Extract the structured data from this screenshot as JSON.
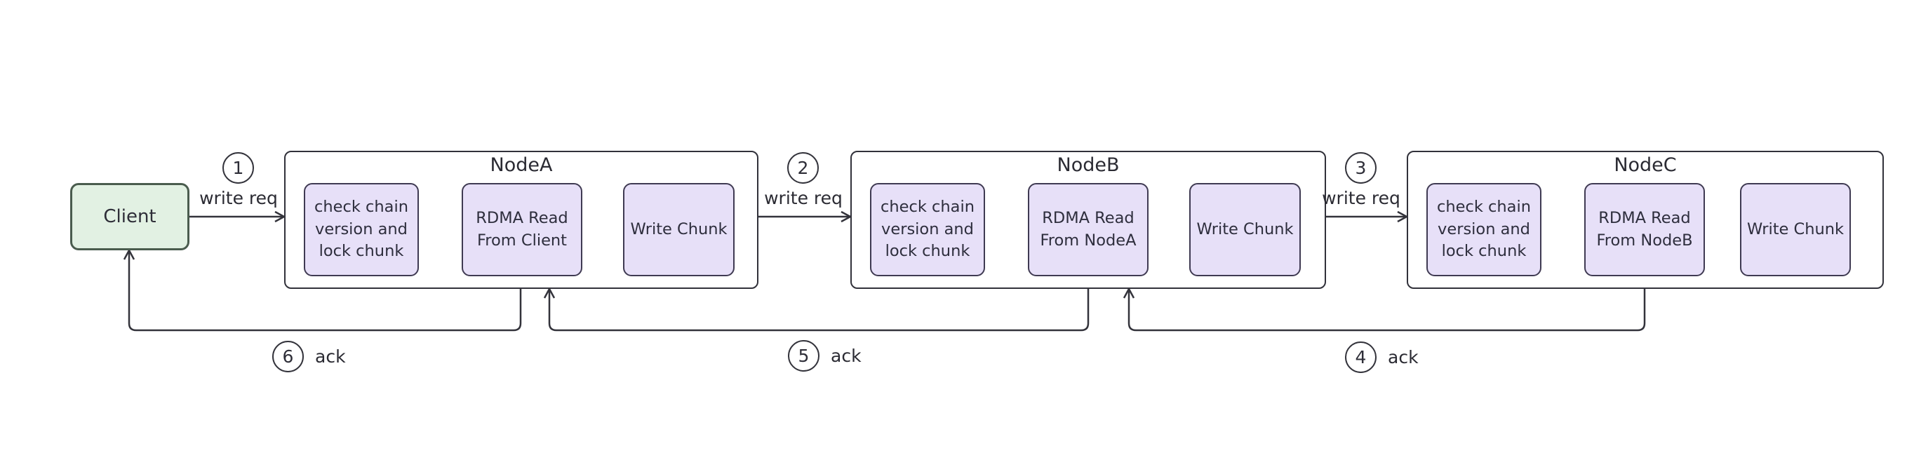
{
  "diagram": {
    "type": "flowchart",
    "description": "chain replication write path",
    "client": {
      "label": "Client"
    },
    "nodes": [
      {
        "title": "NodeA",
        "steps": [
          "check chain version and lock chunk",
          "RDMA Read From Client",
          "Write Chunk"
        ]
      },
      {
        "title": "NodeB",
        "steps": [
          "check chain version and lock chunk",
          "RDMA Read From NodeA",
          "Write Chunk"
        ]
      },
      {
        "title": "NodeC",
        "steps": [
          "check chain version and lock chunk",
          "RDMA Read From NodeB",
          "Write Chunk"
        ]
      }
    ],
    "forward_edges": [
      {
        "number": "1",
        "label": "write req"
      },
      {
        "number": "2",
        "label": "write req"
      },
      {
        "number": "3",
        "label": "write req"
      }
    ],
    "ack_edges": [
      {
        "number": "6",
        "label": "ack"
      },
      {
        "number": "5",
        "label": "ack"
      },
      {
        "number": "4",
        "label": "ack"
      }
    ],
    "colors": {
      "client_fill": "#e2f1e3",
      "client_border": "#4a5c4e",
      "step_fill": "#e7e0f8",
      "step_border": "#3f3a52",
      "node_border": "#31313a",
      "line": "#33333b",
      "text": "#2e2e38"
    }
  }
}
